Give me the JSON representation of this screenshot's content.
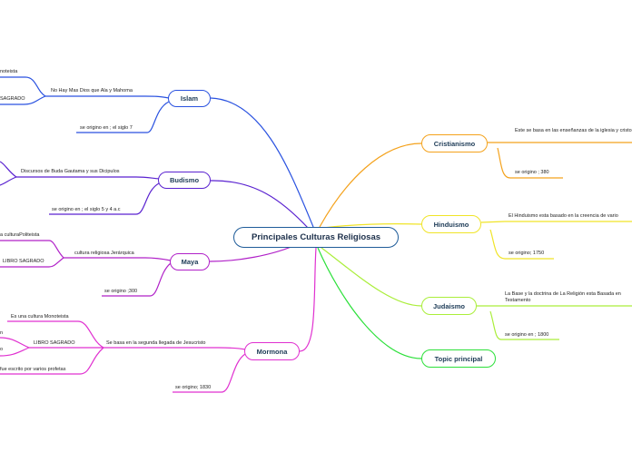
{
  "central": {
    "title": "Principales Culturas Religiosas"
  },
  "colors": {
    "islam": "#2a52e0",
    "budismo": "#5a22d0",
    "maya": "#b020c8",
    "mormona": "#e030d0",
    "cristianismo": "#f4a21c",
    "hinduismo": "#f0e428",
    "judaismo": "#aaee3a",
    "topic": "#2ce03a"
  },
  "topics": {
    "islam": {
      "label": "Islam",
      "sub1": "No Hay Mas Dios que Ala y Mahoma",
      "sub1a": "noteista",
      "sub1b": "SAGRADO",
      "sub2": "se origino en ; el siglo 7"
    },
    "budismo": {
      "label": "Budismo",
      "sub1": "Discursos de Buda Gautama y sus Dicipulos",
      "sub2": "se origino en ; el siglo 5 y 4 a.c"
    },
    "maya": {
      "label": "Maya",
      "sub1": "cultura religiosa Jerárquica",
      "sub1a": "a culturaPoliteista",
      "sub1b": "LIBRO SAGRADO",
      "sub2": "se origino ;300"
    },
    "mormona": {
      "label": "Mormona",
      "sub1": "Se basa en la segunda llegada de Jesucristo",
      "sub1a": "Es una cultura Monoteista",
      "sub1b": "LIBRO SAGRADO",
      "sub1b1": "n",
      "sub1b2": "o",
      "sub1c": "fue escrito por varios profetas",
      "sub2": "se origino; 1830"
    },
    "cristianismo": {
      "label": "Cristianismo",
      "sub1": "Este se basa en las enseñanzas de la iglesia y cristo",
      "sub2": "se origino ; 380"
    },
    "hinduismo": {
      "label": "Hinduismo",
      "sub1": "El Hinduismo  esta basado en la creencia de vario",
      "sub2": "se origino; 1750"
    },
    "judaismo": {
      "label": "Judaismo",
      "sub1": "La Base y la doctrina de La Religión esta Basada en Testamento",
      "sub2": "se origino en ; 1800"
    },
    "topic": {
      "label": "Topic principal"
    }
  }
}
